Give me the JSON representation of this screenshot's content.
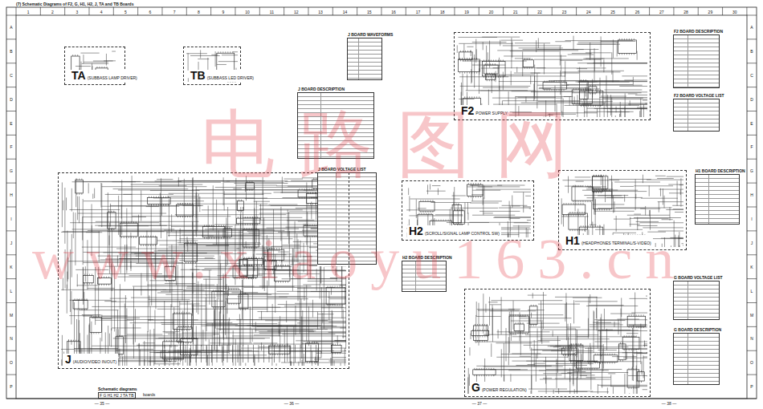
{
  "diagram": {
    "nodes": [
      {
        "text": [
          "TA",
          "(SUBBASS LAMP DRIVER)"
        ]
      },
      {
        "text": [
          "TB",
          "(SUBBASS LED DRIVER)"
        ]
      },
      {
        "text": [
          "J BOARD WAVEFORMS"
        ]
      },
      {
        "text": [
          "J BOARD DESCRIPTION"
        ]
      },
      {
        "text": [
          "F2",
          "POWER SUPPLY"
        ]
      },
      {
        "text": [
          "F2 BOARD DESCRIPTION"
        ]
      },
      {
        "text": [
          "F2 BOARD VOLTAGE LIST"
        ]
      },
      {
        "text": [
          "J BOARD VOLTAGE LIST"
        ]
      },
      {
        "text": [
          "H2",
          "(SCROLL/SIGNAL LAMP CONTROL SW)"
        ]
      },
      {
        "text": [
          "H1",
          "(HEADPHONES TERMINAL/S-VIDEO)"
        ]
      },
      {
        "text": [
          "H1 BOARD DESCRIPTION"
        ]
      },
      {
        "text": [
          "H2 BOARD DESCRIPTION"
        ]
      },
      {
        "text": [
          "J",
          "(AUDIO/VIDEO IN/OUT)"
        ]
      },
      {
        "text": [
          "G BOARD VOLTAGE LIST"
        ]
      },
      {
        "text": [
          "G",
          "(POWER REGULATION)"
        ]
      },
      {
        "text": [
          "G BOARD DESCRIPTION"
        ]
      }
    ],
    "labels": [
      "(7) Schematic Diagrams of F2, G, H1, H2, J, TA and TB Boards",
      "1",
      "2",
      "3",
      "4",
      "5",
      "6",
      "7",
      "8",
      "9",
      "10",
      "11",
      "12",
      "13",
      "14",
      "15",
      "16",
      "17",
      "18",
      "19",
      "20",
      "21",
      "22",
      "23",
      "24",
      "25",
      "26",
      "27",
      "28",
      "29",
      "30",
      "A",
      "B",
      "C",
      "D",
      "E",
      "F",
      "G",
      "H",
      "I",
      "J",
      "K",
      "L",
      "M",
      "N",
      "O",
      "P",
      "A",
      "B",
      "C",
      "D",
      "E",
      "F",
      "G",
      "H",
      "I",
      "J",
      "K",
      "L",
      "M",
      "N",
      "O",
      "P",
      "— 35 —",
      "— 36 —",
      "— 37 —",
      "— 38 —",
      "电路图网",
      "www.xiaoyu163.cn",
      "Schematic diagrams",
      "F G H1 H2 J TA TB",
      "boards"
    ]
  }
}
